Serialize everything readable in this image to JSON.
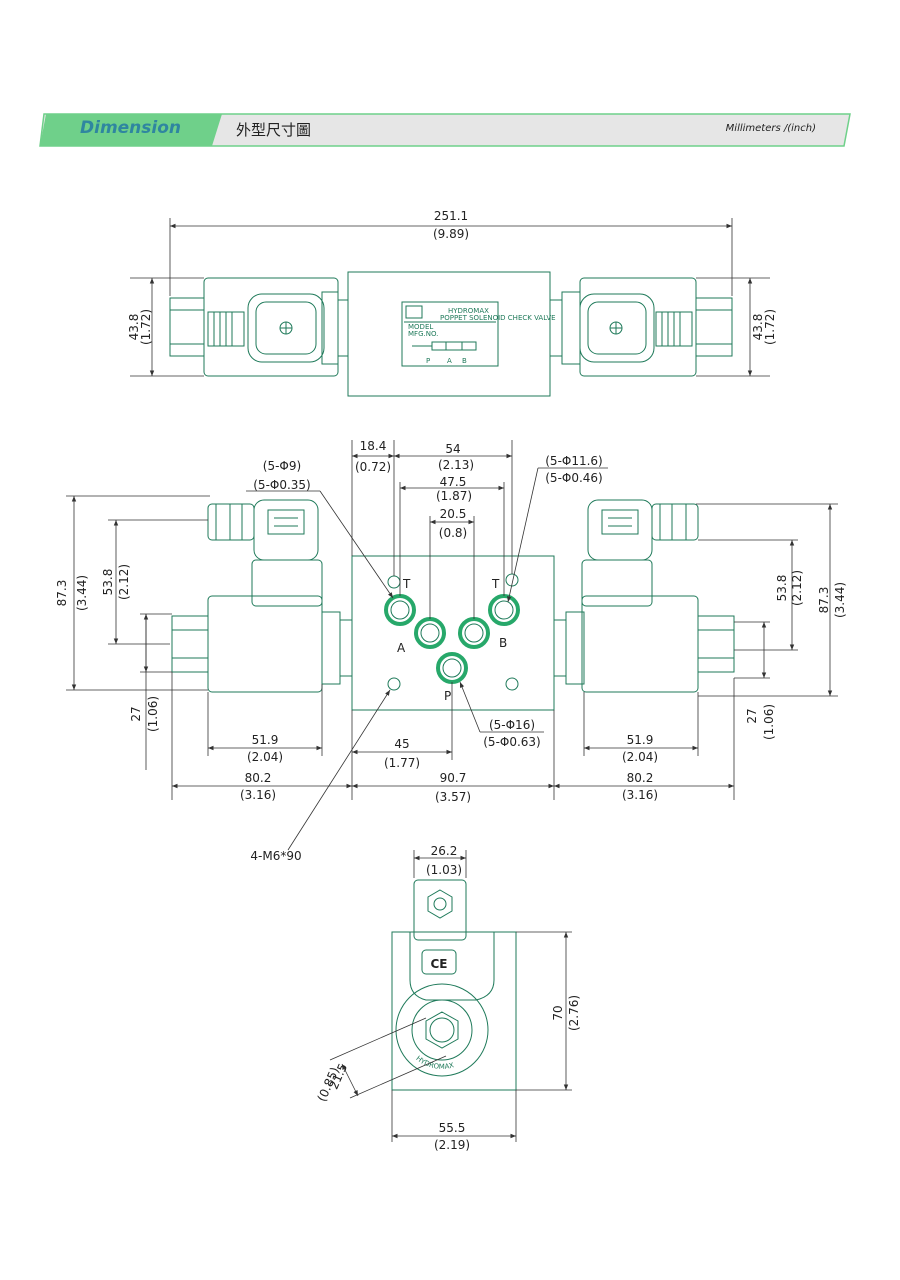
{
  "header": {
    "section_title": "Dimension",
    "chinese_title": "外型尺寸圖",
    "units": "Millimeters /(inch)"
  },
  "colors": {
    "accent_green": "#6fd08a",
    "header_gray": "#e6e6e6",
    "line": "#1f7a5a",
    "port": "#27a86a",
    "title_blue": "#2f86a0"
  },
  "top_view": {
    "overall_mm": "251.1",
    "overall_in": "(9.89)",
    "left_height_mm": "43.8",
    "left_height_in": "(1.72)",
    "right_height_mm": "43.8",
    "right_height_in": "(1.72)",
    "plate": {
      "brand": "HYDROMAX",
      "subtitle": "POPPET SOLENOID CHECK VALVE",
      "model_label": "MODEL",
      "mfg_label": "MFG.NO.",
      "port_labels": [
        "P",
        "A",
        "B"
      ]
    }
  },
  "front_view": {
    "d_184_mm": "18.4",
    "d_184_in": "(0.72)",
    "d_54_mm": "54",
    "d_54_in": "(2.13)",
    "d_475_mm": "47.5",
    "d_475_in": "(1.87)",
    "d_205_mm": "20.5",
    "d_205_in": "(0.8)",
    "hole9_mm": "(5-Φ9)",
    "hole9_in": "(5-Φ0.35)",
    "hole116_mm": "(5-Φ11.6)",
    "hole116_in": "(5-Φ0.46)",
    "hole16_mm": "(5-Φ16)",
    "hole16_in": "(5-Φ0.63)",
    "left_873_mm": "87.3",
    "left_873_in": "(3.44)",
    "left_538_mm": "53.8",
    "left_538_in": "(2.12)",
    "left_27_mm": "27",
    "left_27_in": "(1.06)",
    "right_873_mm": "87.3",
    "right_873_in": "(3.44)",
    "right_538_mm": "53.8",
    "right_538_in": "(2.12)",
    "right_27_mm": "27",
    "right_27_in": "(1.06)",
    "left_519_mm": "51.9",
    "left_519_in": "(2.04)",
    "right_519_mm": "51.9",
    "right_519_in": "(2.04)",
    "d_45_mm": "45",
    "d_45_in": "(1.77)",
    "left_802_mm": "80.2",
    "left_802_in": "(3.16)",
    "center_907_mm": "90.7",
    "center_907_in": "(3.57)",
    "right_802_mm": "80.2",
    "right_802_in": "(3.16)",
    "mount_thread": "4-M6*90",
    "port_T_left": "T",
    "port_T_right": "T",
    "port_A": "A",
    "port_B": "B",
    "port_P": "P"
  },
  "side_view": {
    "top_mm": "26.2",
    "top_in": "(1.03)",
    "height_mm": "70",
    "height_in": "(2.76)",
    "width_mm": "55.5",
    "width_in": "(2.19)",
    "nut_mm": "21.5",
    "nut_in": "(0.85)",
    "ce_mark": "CE",
    "brand": "HYDROMAX"
  }
}
